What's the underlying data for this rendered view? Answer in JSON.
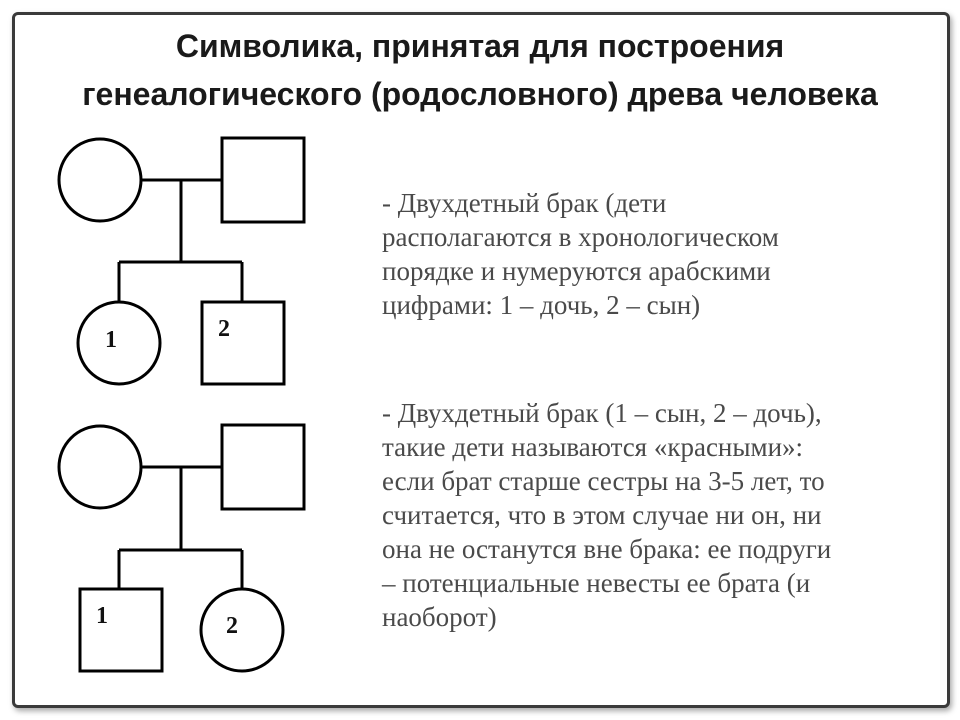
{
  "title": {
    "line1": "Символика, принятая для построения",
    "line2": "генеалогического (родословного) древа человека"
  },
  "pedigree1": {
    "child1_label": "1",
    "child2_label": "2",
    "description": [
      "- Двухдетный брак (дети",
      "располагаются в хронологическом",
      "порядке и нумеруются арабскими",
      "цифрами: 1 – дочь, 2 – сын)"
    ]
  },
  "pedigree2": {
    "child1_label": "1",
    "child2_label": "2",
    "description": [
      "- Двухдетный брак (1 – сын, 2 – дочь),",
      "такие дети называются «красными»:",
      "если брат старше сестры на 3-5 лет, то",
      "считается, что в этом случае ни он, ни",
      "она не останутся вне брака: ее подруги",
      "– потенциальные невесты ее брата (и",
      "наоборот)"
    ]
  },
  "colors": {
    "line": "#000000",
    "text": "#4a4a4a",
    "border": "#3a3a3a"
  }
}
